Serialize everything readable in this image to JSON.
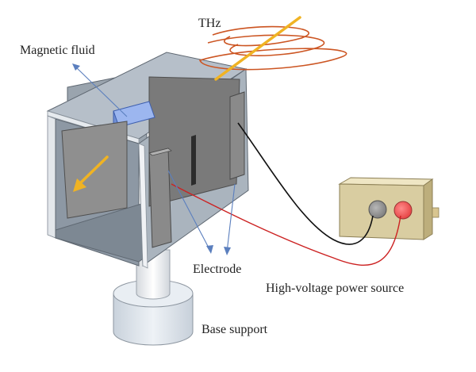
{
  "labels": {
    "thz": "THz",
    "magnetic_fluid": "Magnetic fluid",
    "electrode": "Electrode",
    "power_source": "High-voltage power source",
    "base_support": "Base support"
  },
  "colors": {
    "frame": "#8f9aa6",
    "frame_light": "#b4bec8",
    "frame_dark": "#6c7681",
    "electrode_plate": "#8c8c8c",
    "fluid": "#7c9be2",
    "thz_wave": "#cc5522",
    "thz_beam": "#f0b323",
    "field_arrow": "#f0b323",
    "pointer": "#5b7fbe",
    "cable_black": "#111111",
    "cable_red": "#cc2222",
    "box_body": "#d9cda1",
    "base": "#dde4ec"
  }
}
